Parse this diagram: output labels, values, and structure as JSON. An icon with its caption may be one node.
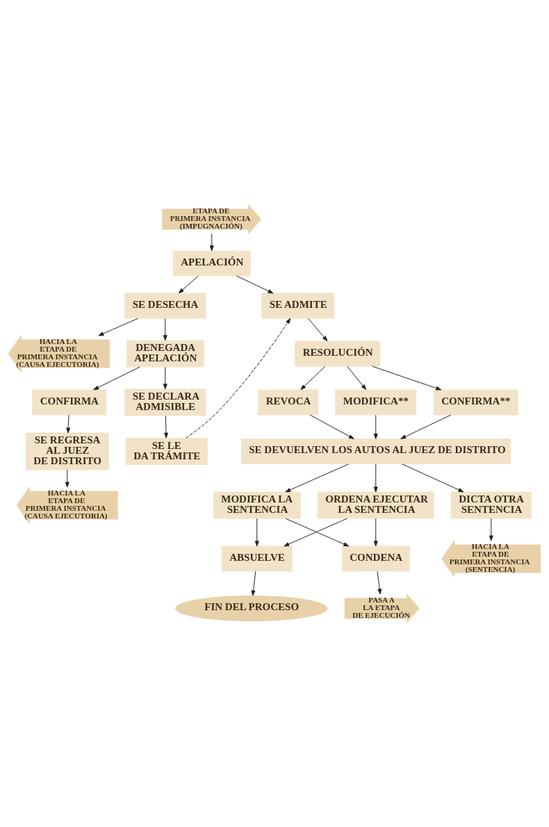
{
  "diagram": {
    "nodes": [
      {
        "text": [
          "ETAPA DE PRIMERA INSTANCIA (IMPUGNACIÓN)"
        ]
      },
      {
        "text": [
          "APELACIÓN"
        ]
      },
      {
        "text": [
          "SE DESECHA"
        ]
      },
      {
        "text": [
          "SE ADMITE"
        ]
      },
      {
        "text": [
          "HACIA LA ETAPA DE PRIMERA INSTANCIA (CAUSA EJECUTORIA)"
        ]
      },
      {
        "text": [
          "DENEGADA APELACIÓN"
        ]
      },
      {
        "text": [
          "CONFIRMA"
        ]
      },
      {
        "text": [
          "SE DECLARA ADMISIBLE"
        ]
      },
      {
        "text": [
          "SE REGRESA AL JUEZ DE DISTRITO"
        ]
      },
      {
        "text": [
          "SE LE DA TRÁMITE"
        ]
      },
      {
        "text": [
          "HACIA LA ETAPA DE PRIMERA INSTANCIA (CAUSA EJECUTORIA)"
        ]
      },
      {
        "text": [
          "RESOLUCIÓN"
        ]
      },
      {
        "text": [
          "REVOCA"
        ]
      },
      {
        "text": [
          "MODIFICA**"
        ]
      },
      {
        "text": [
          "CONFIRMA**"
        ]
      },
      {
        "text": [
          "SE DEVUELVEN LOS AUTOS AL JUEZ DE DISTRITO"
        ]
      },
      {
        "text": [
          "DICTA OTRA SENTENCIA"
        ]
      },
      {
        "text": [
          "MODIFICA LA SENTENCIA"
        ]
      },
      {
        "text": [
          "ORDENA EJECUTAR LA SENTENCIA"
        ]
      },
      {
        "text": [
          "HACIA LA ETAPA DE PRIMERA INSTANCIA (SENTENCIA)"
        ]
      },
      {
        "text": [
          "ABSUELVE"
        ]
      },
      {
        "text": [
          "CONDENA"
        ]
      },
      {
        "text": [
          "FIN DEL PROCESO"
        ]
      },
      {
        "text": [
          "PASA A LA ETAPA DE EJECUCIÓN"
        ]
      }
    ],
    "edges": [
      {
        "from": 0,
        "to": 1,
        "arrow": "to"
      },
      {
        "from": 1,
        "to": 2,
        "arrow": "to"
      },
      {
        "from": 1,
        "to": 3,
        "arrow": "to"
      },
      {
        "from": 2,
        "to": 4,
        "arrow": "to"
      },
      {
        "from": 2,
        "to": 5,
        "arrow": "to"
      },
      {
        "from": 5,
        "to": 6,
        "arrow": "to"
      },
      {
        "from": 5,
        "to": 7,
        "arrow": "to"
      },
      {
        "from": 6,
        "to": 8,
        "arrow": "to"
      },
      {
        "from": 7,
        "to": 9,
        "arrow": "to"
      },
      {
        "from": 9,
        "to": 3,
        "arrow": "to",
        "style": "dashed"
      },
      {
        "from": 8,
        "to": 10,
        "arrow": "to"
      },
      {
        "from": 3,
        "to": 11,
        "arrow": "to"
      },
      {
        "from": 11,
        "to": 12,
        "arrow": "to"
      },
      {
        "from": 11,
        "to": 13,
        "arrow": "to"
      },
      {
        "from": 11,
        "to": 14,
        "arrow": "to"
      },
      {
        "from": 12,
        "to": 15,
        "arrow": "to"
      },
      {
        "from": 13,
        "to": 15,
        "arrow": "to"
      },
      {
        "from": 14,
        "to": 15,
        "arrow": "to"
      },
      {
        "from": 15,
        "to": 16,
        "arrow": "to"
      },
      {
        "from": 15,
        "to": 17,
        "arrow": "to"
      },
      {
        "from": 15,
        "to": 18,
        "arrow": "to"
      },
      {
        "from": 16,
        "to": 19,
        "arrow": "to"
      },
      {
        "from": 17,
        "to": 20,
        "arrow": "to"
      },
      {
        "from": 17,
        "to": 21,
        "arrow": "to"
      },
      {
        "from": 18,
        "to": 20,
        "arrow": "to"
      },
      {
        "from": 18,
        "to": 21,
        "arrow": "to"
      },
      {
        "from": 20,
        "to": 22,
        "arrow": "to"
      },
      {
        "from": 21,
        "to": 23,
        "arrow": "to"
      }
    ]
  }
}
